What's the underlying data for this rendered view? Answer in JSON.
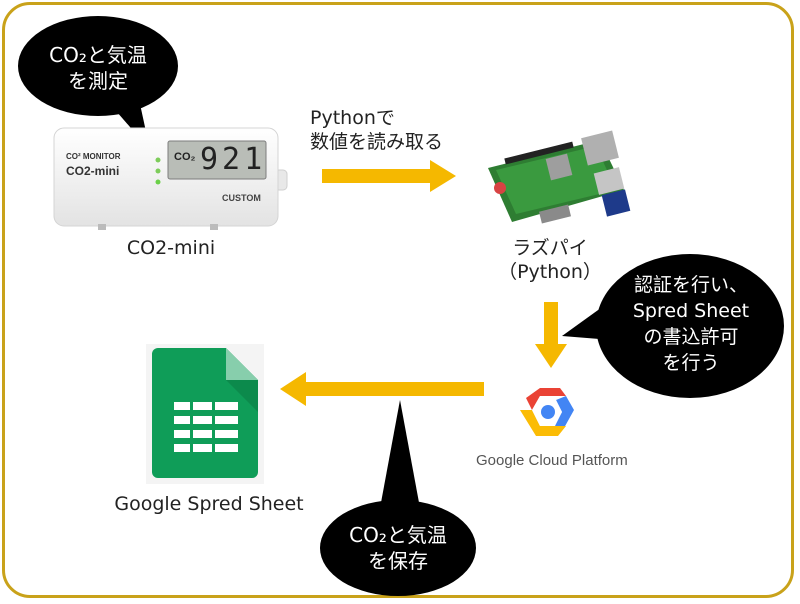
{
  "bubbles": {
    "measure": [
      "CO₂と気温",
      "を測定"
    ],
    "auth": [
      "認証を行い、",
      "Spred Sheet",
      "の書込許可",
      "を行う"
    ],
    "save": [
      "CO₂と気温",
      "を保存"
    ]
  },
  "nodes": {
    "co2_mini": {
      "label": "CO2-mini",
      "device_brand": "CO² MONITOR",
      "device_model": "CO2-mini",
      "display_tag": "CO₂",
      "display_value": "921",
      "maker": "CUSTOM"
    },
    "raspberry_pi": {
      "label_line1": "ラズパイ",
      "label_line2": "（Python）"
    },
    "gcp": {
      "logo_text": "Google Cloud Platform"
    },
    "sheets": {
      "label": "Google Spred Sheet"
    }
  },
  "arrows": {
    "read": {
      "label_line1": "Pythonで",
      "label_line2": "数値を読み取る"
    }
  },
  "colors": {
    "frame": "#c9a21a",
    "arrow": "#f5b800",
    "bubble": "#000000",
    "sheets_green": "#0f9d58"
  }
}
